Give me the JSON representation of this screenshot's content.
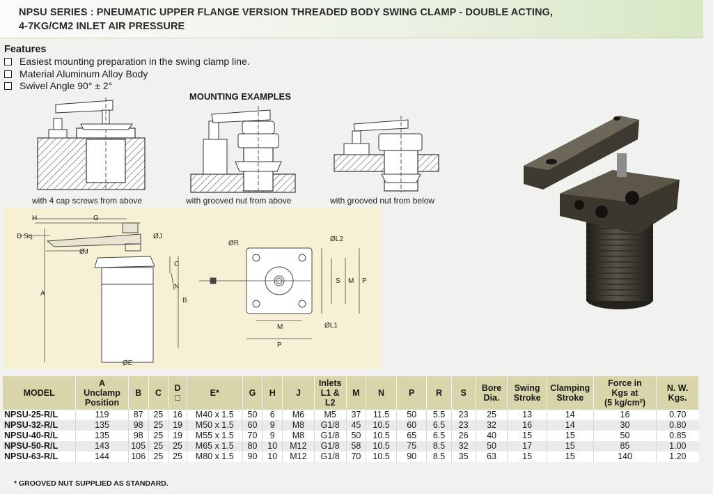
{
  "title": {
    "line1": "NPSU SERIES : PNEUMATIC UPPER FLANGE VERSION THREADED BODY SWING CLAMP - DOUBLE ACTING,",
    "line2": "4-7KG/CM2 INLET AIR PRESSURE"
  },
  "features": {
    "heading": "Features",
    "items": [
      "Easiest mounting preparation in the swing clamp line.",
      "Material Aluminum Alloy Body",
      "Swivel Angle 90° ± 2°"
    ]
  },
  "mounting": {
    "title": "MOUNTING EXAMPLES",
    "captions": [
      "with 4 cap screws from above",
      "with grooved nut from above",
      "with grooved nut from below"
    ]
  },
  "dimension_labels": {
    "H": "H",
    "G": "G",
    "D_sq": "D Sq.",
    "J1": "ØJ",
    "J2": "ØJ",
    "A": "A",
    "B": "B",
    "C": "C",
    "N": "N",
    "E": "ØE",
    "R": "ØR",
    "L2": "ØL2",
    "L1": "ØL1",
    "S": "S",
    "M": "M",
    "P": "P",
    "M_bottom": "M",
    "P_bottom": "P"
  },
  "table": {
    "headers": [
      "MODEL",
      "A\nUnclamp\nPosition",
      "B",
      "C",
      "D\n□",
      "E*",
      "G",
      "H",
      "J",
      "Inlets\nL1 &\nL2",
      "M",
      "N",
      "P",
      "R",
      "S",
      "Bore\nDia.",
      "Swing\nStroke",
      "Clamping\nStroke",
      "Force in\nKgs at\n(5 kg/cm²)",
      "N. W.\nKgs."
    ],
    "rows": [
      [
        "NPSU-25-R/L",
        "119",
        "87",
        "25",
        "16",
        "M40 x 1.5",
        "50",
        "6",
        "M6",
        "M5",
        "37",
        "11.5",
        "50",
        "5.5",
        "23",
        "25",
        "13",
        "14",
        "16",
        "0.70"
      ],
      [
        "NPSU-32-R/L",
        "135",
        "98",
        "25",
        "19",
        "M50 x 1.5",
        "60",
        "9",
        "M8",
        "G1/8",
        "45",
        "10.5",
        "60",
        "6.5",
        "23",
        "32",
        "16",
        "14",
        "30",
        "0.80"
      ],
      [
        "NPSU-40-R/L",
        "135",
        "98",
        "25",
        "19",
        "M55 x 1.5",
        "70",
        "9",
        "M8",
        "G1/8",
        "50",
        "10.5",
        "65",
        "6.5",
        "26",
        "40",
        "15",
        "15",
        "50",
        "0.85"
      ],
      [
        "NPSU-50-R/L",
        "143",
        "105",
        "25",
        "25",
        "M65 x 1.5",
        "80",
        "10",
        "M12",
        "G1/8",
        "58",
        "10.5",
        "75",
        "8.5",
        "32",
        "50",
        "17",
        "15",
        "85",
        "1.00"
      ],
      [
        "NPSU-63-R/L",
        "144",
        "106",
        "25",
        "25",
        "M80 x 1.5",
        "90",
        "10",
        "M12",
        "G1/8",
        "70",
        "10.5",
        "90",
        "8.5",
        "35",
        "63",
        "15",
        "15",
        "140",
        "1.20"
      ]
    ]
  },
  "footnote": "* GROOVED NUT SUPPLIED AS STANDARD.",
  "colors": {
    "table_header": "#d8d5aa",
    "dimension_panel": "#f6f1d4",
    "title_gradient_end": "#d7e7c4"
  }
}
